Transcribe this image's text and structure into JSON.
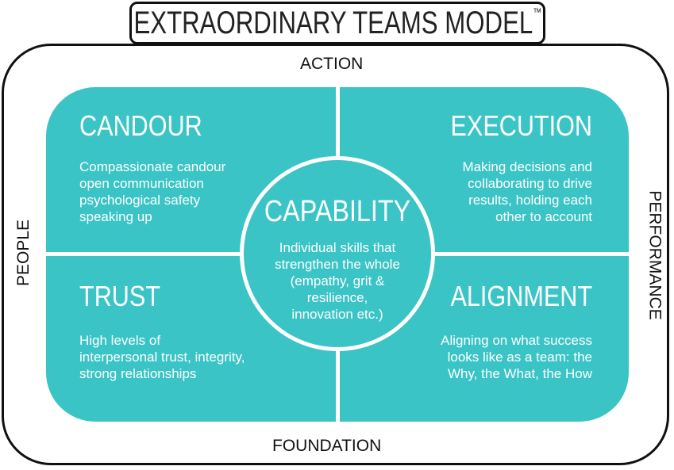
{
  "title": "EXTRAORDINARY TEAMS MODEL",
  "trademark": "™",
  "axes": {
    "top": "ACTION",
    "bottom": "FOUNDATION",
    "left": "PEOPLE",
    "right": "PERFORMANCE"
  },
  "quadrants": {
    "candour": {
      "title": "CANDOUR",
      "lines": [
        "Compassionate candour",
        "open communication",
        "psychological safety",
        "speaking up"
      ]
    },
    "execution": {
      "title": "EXECUTION",
      "lines": [
        "Making decisions and",
        "collaborating to drive",
        "results, holding each",
        "other to account"
      ]
    },
    "trust": {
      "title": "TRUST",
      "lines": [
        "High levels of",
        "interpersonal trust, integrity,",
        "strong relationships"
      ]
    },
    "alignment": {
      "title": "ALIGNMENT",
      "lines": [
        "Aligning on what success",
        "looks like as a team: the",
        "Why, the What, the How"
      ]
    }
  },
  "center": {
    "title": "CAPABILITY",
    "lines": [
      "Individual skills that",
      "strengthen the whole",
      "(empathy, grit &",
      "resilience,",
      "innovation etc.)"
    ]
  },
  "colors": {
    "teal": "#3bc4c6",
    "outline": "#111111"
  }
}
